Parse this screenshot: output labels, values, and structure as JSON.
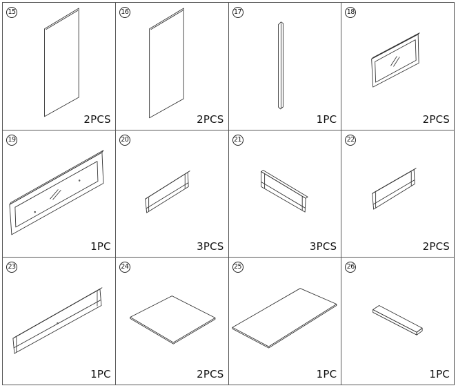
{
  "parts": [
    {
      "number": "15",
      "qty": "2PCS",
      "shape": "tall-panel"
    },
    {
      "number": "16",
      "qty": "2PCS",
      "shape": "tall-panel"
    },
    {
      "number": "17",
      "qty": "1PC",
      "shape": "thin-post"
    },
    {
      "number": "18",
      "qty": "2PCS",
      "shape": "glass-frame-small"
    },
    {
      "number": "19",
      "qty": "1PC",
      "shape": "glass-frame-long"
    },
    {
      "number": "20",
      "qty": "3PCS",
      "shape": "rail-short"
    },
    {
      "number": "21",
      "qty": "3PCS",
      "shape": "rail-short-mirrored"
    },
    {
      "number": "22",
      "qty": "2PCS",
      "shape": "rail-short"
    },
    {
      "number": "23",
      "qty": "1PC",
      "shape": "rail-long"
    },
    {
      "number": "24",
      "qty": "2PCS",
      "shape": "flat-board"
    },
    {
      "number": "25",
      "qty": "1PC",
      "shape": "flat-board-long"
    },
    {
      "number": "26",
      "qty": "1PC",
      "shape": "small-plank"
    }
  ]
}
